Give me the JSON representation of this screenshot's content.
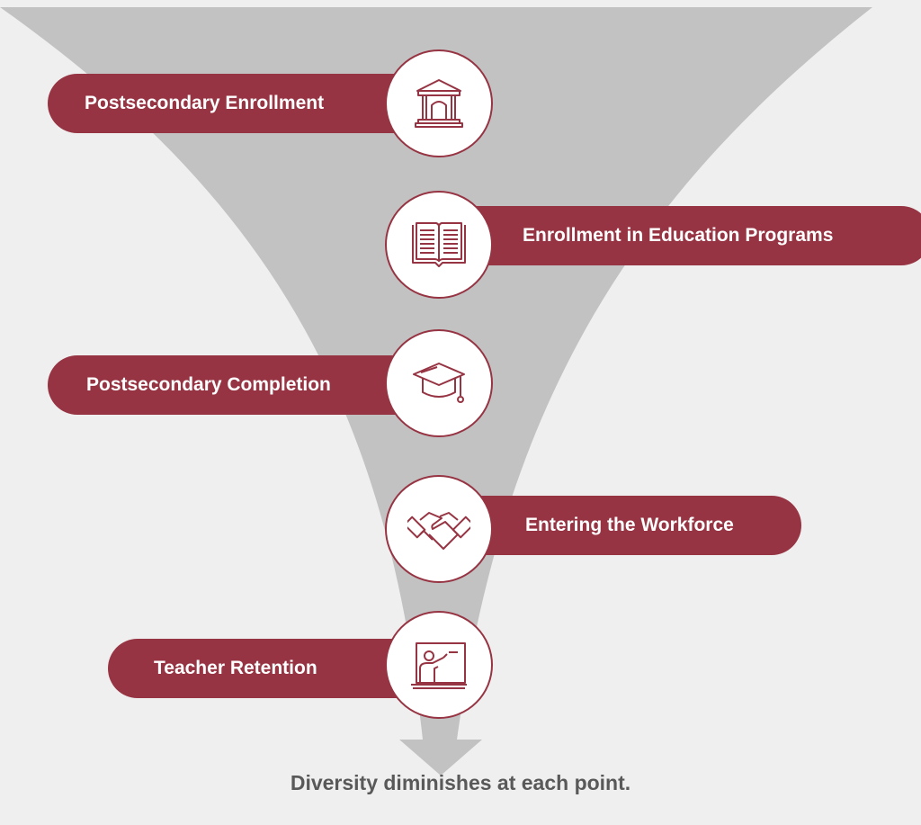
{
  "stages": [
    {
      "label": "Postsecondary Enrollment",
      "icon": "building-icon"
    },
    {
      "label": "Enrollment in Education Programs",
      "icon": "book-icon"
    },
    {
      "label": "Postsecondary Completion",
      "icon": "graduation-cap-icon"
    },
    {
      "label": "Entering the Workforce",
      "icon": "handshake-icon"
    },
    {
      "label": "Teacher Retention",
      "icon": "teacher-board-icon"
    }
  ],
  "caption": "Diversity diminishes at each point.",
  "colors": {
    "background": "#efefef",
    "funnel": "#c2c2c2",
    "accent": "#973443",
    "caption": "#595959"
  }
}
